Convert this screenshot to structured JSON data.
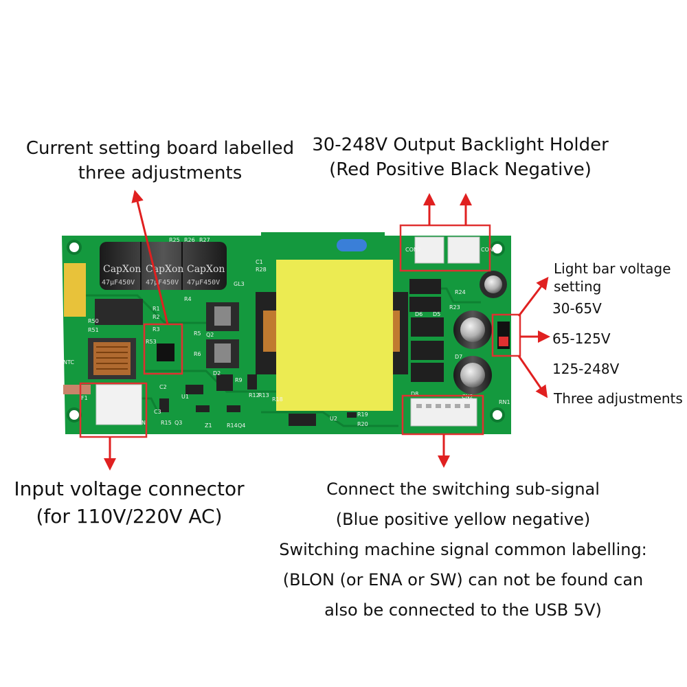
{
  "annotations": {
    "current_board": {
      "line1": "Current setting board labelled",
      "line2": "three adjustments"
    },
    "output_holder": {
      "line1": "30-248V Output Backlight Holder",
      "line2": "(Red Positive Black Negative)"
    },
    "light_bar": {
      "line1": "Light bar voltage",
      "line2": "setting"
    },
    "range_low": "30-65V",
    "range_mid": "65-125V",
    "range_high": "125-248V",
    "three_adjustments": "Three adjustments",
    "input_connector": {
      "line1": "Input voltage connector",
      "line2": "(for 110V/220V AC)"
    },
    "switch_signal": {
      "line1": "Connect the switching sub-signal",
      "line2": "(Blue positive yellow negative)",
      "line3": "Switching machine signal common labelling:",
      "line4": "(BLON (or ENA or SW) can not be found can",
      "line5": "also be connected to the USB 5V)"
    }
  },
  "board_print": {
    "capacitor_brand": "CapXon",
    "capacitor_rating": "47µF450V",
    "silk_r25": "R25",
    "silk_r26": "R26",
    "silk_r27": "R27",
    "silk_c1": "C1",
    "silk_r28": "R28",
    "silk_gl3": "GL3",
    "silk_r24": "R24",
    "silk_r23": "R23",
    "silk_d6": "D6",
    "silk_d5": "D5",
    "silk_d7": "D7",
    "silk_q2": "Q2",
    "silk_r4": "R4",
    "silk_r3": "R3",
    "silk_r5": "R5",
    "silk_r6": "R6",
    "silk_r1": "R1",
    "silk_r2": "R2",
    "silk_r50": "R50",
    "silk_r51": "R51",
    "silk_r53": "R53",
    "silk_c2": "C2",
    "silk_u1": "U1",
    "silk_d2": "D2",
    "silk_r9": "R9",
    "silk_r12": "R12",
    "silk_r13": "R13",
    "silk_r18": "R18",
    "silk_u2": "U2",
    "silk_r19": "R19",
    "silk_r20": "R20",
    "silk_r14": "R14",
    "silk_q4": "Q4",
    "silk_z1": "Z1",
    "silk_r15": "R15",
    "silk_q3": "Q3",
    "silk_c3": "C3",
    "silk_f1": "F1",
    "silk_n": "N",
    "silk_rn1": "RN1",
    "silk_d8": "D8",
    "silk_cn2": "CN2",
    "silk_con2": "CON2",
    "silk_con1": "CON1",
    "silk_ntc": "NTC"
  },
  "colors": {
    "pcb": "#14993e",
    "pcb_dark": "#0d7a30",
    "highlight_box": "#e03030",
    "arrow": "#e02020",
    "transformer": "#eceb52",
    "capacitor": "#2a2a2a"
  }
}
